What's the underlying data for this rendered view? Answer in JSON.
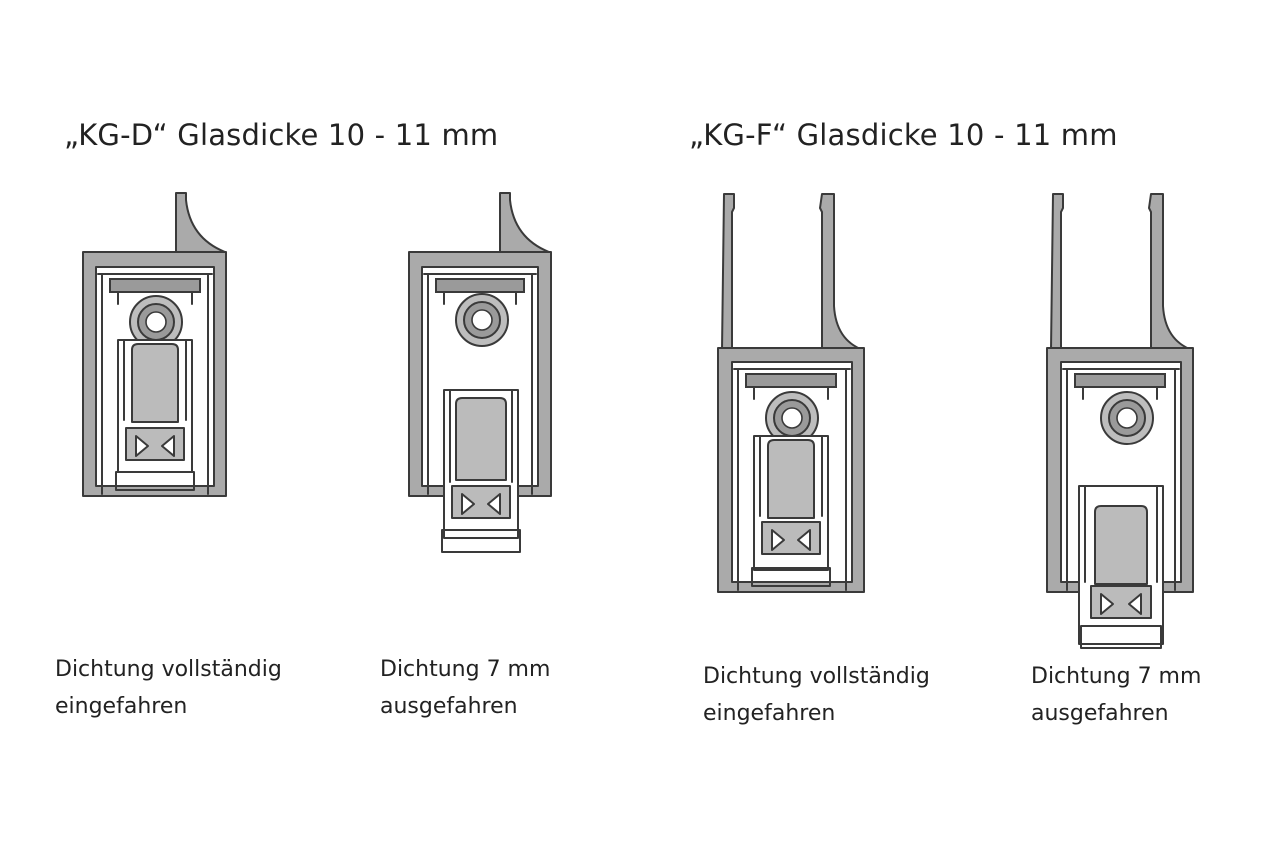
{
  "groups": [
    {
      "heading": "„KG-D“ Glasdicke 10 - 11 mm",
      "captions": [
        {
          "line1": "Dichtung vollständig",
          "line2": "eingefahren"
        },
        {
          "line1": "Dichtung 7 mm",
          "line2": "ausgefahren"
        }
      ]
    },
    {
      "heading": "„KG-F“ Glasdicke 10 - 11 mm",
      "captions": [
        {
          "line1": "Dichtung vollständig",
          "line2": "eingefahren"
        },
        {
          "line1": "Dichtung 7 mm",
          "line2": "ausgefahren"
        }
      ]
    }
  ],
  "colors": {
    "profile_fill": "#aaaaaa",
    "outline": "#3a3a3a",
    "seal_fill": "#bbbbbb",
    "background": "#ffffff"
  }
}
